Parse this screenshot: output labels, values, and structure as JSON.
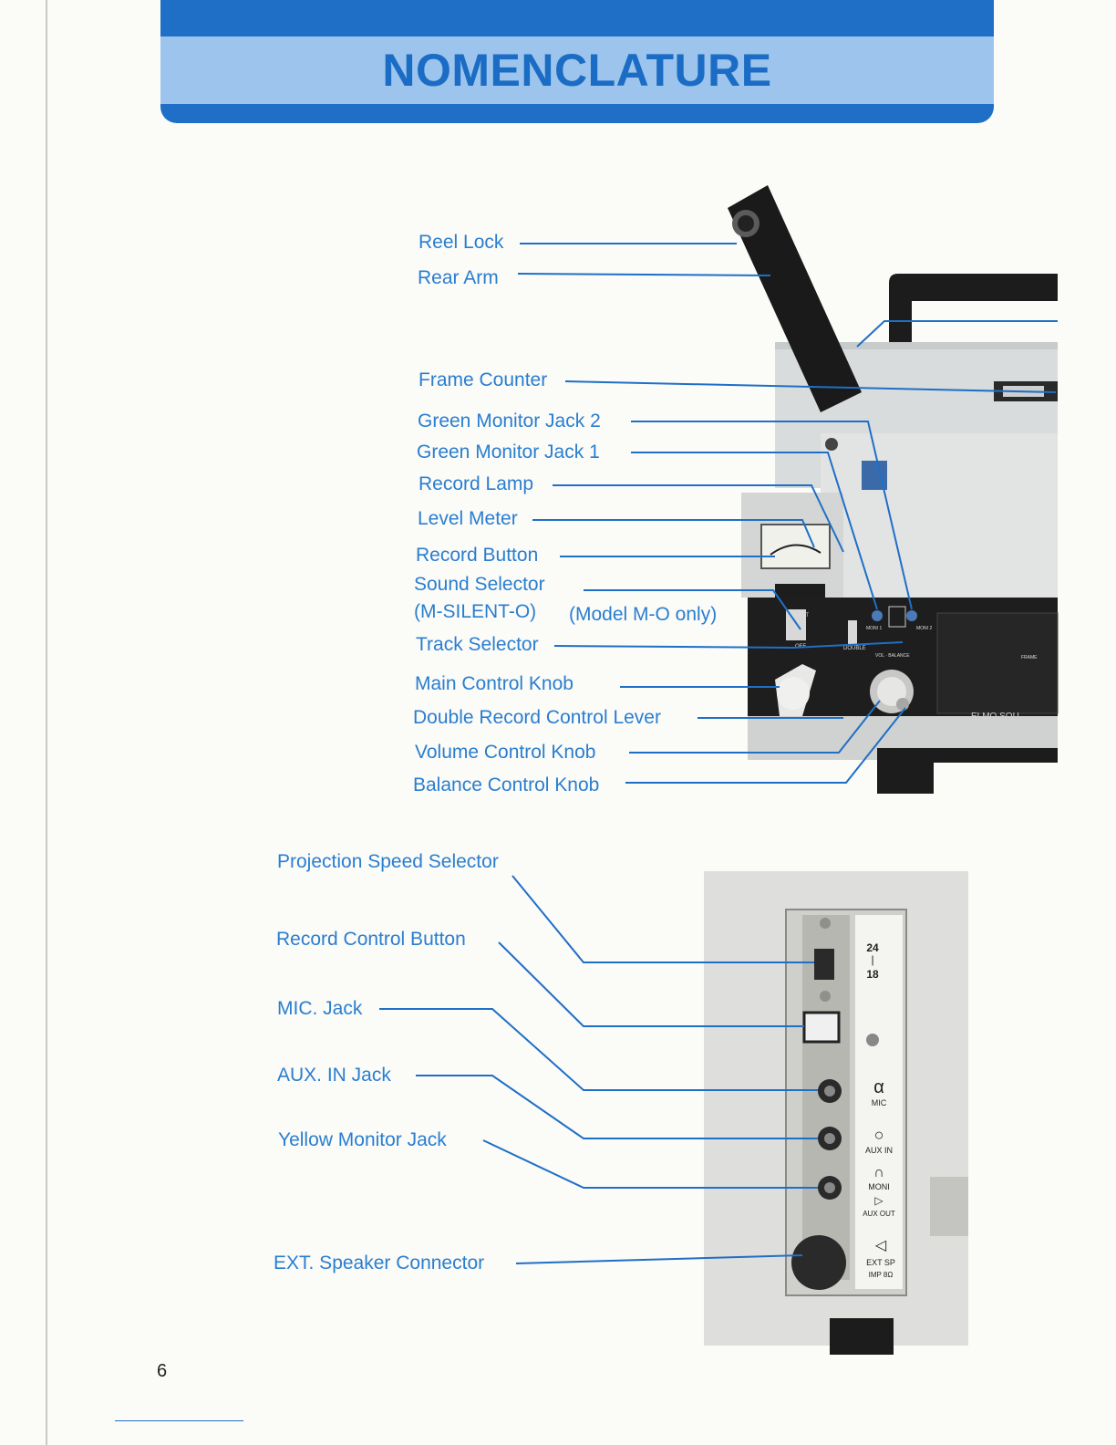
{
  "header": {
    "title": "NOMENCLATURE"
  },
  "figure_top": {
    "labels": {
      "reel_lock": "Reel Lock",
      "rear_arm": "Rear Arm",
      "frame_counter": "Frame Counter",
      "green_monitor_jack_2": "Green Monitor Jack 2",
      "green_monitor_jack_1": "Green Monitor Jack 1",
      "record_lamp": "Record Lamp",
      "level_meter": "Level Meter",
      "record_button": "Record Button",
      "sound_selector": "Sound Selector",
      "sound_selector_detail": "(M-SILENT-O)",
      "sound_selector_note": "(Model M-O only)",
      "track_selector": "Track Selector",
      "main_control_knob": "Main Control Knob",
      "double_record_control_lever": "Double Record Control Lever",
      "volume_control_knob": "Volume Control Knob",
      "balance_control_knob": "Balance Control Knob"
    },
    "device_marks": {
      "brand": "ELMO SOU",
      "silent": "SILENT",
      "off": "OFF",
      "double": "DOUBLE",
      "moni1": "MONI 1",
      "moni2": "MONI 2",
      "vol_balance": "VOL · BALANCE",
      "frame": "FRAME"
    }
  },
  "figure_bottom": {
    "labels": {
      "projection_speed_selector": "Projection Speed Selector",
      "record_control_button": "Record Control Button",
      "mic_jack": "MIC. Jack",
      "aux_in_jack": "AUX. IN Jack",
      "yellow_monitor_jack": "Yellow Monitor Jack",
      "ext_speaker_connector": "EXT. Speaker Connector"
    },
    "panel_marks": {
      "speed_top": "24",
      "speed_bottom": "18",
      "mic": "MIC",
      "aux_in": "AUX IN",
      "moni": "MONI",
      "aux_out": "AUX OUT",
      "ext_sp": "EXT SP",
      "imp": "IMP 8Ω"
    }
  },
  "page": {
    "number": "6"
  },
  "colors": {
    "accent": "#1f6fc6",
    "band": "#9cc4ec",
    "label": "#2a7ed0"
  }
}
